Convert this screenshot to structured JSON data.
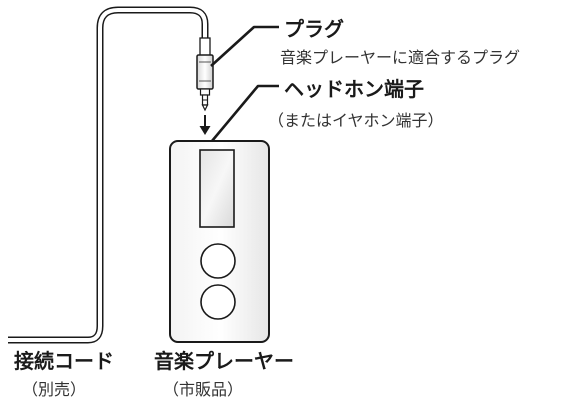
{
  "plug": {
    "title": "プラグ",
    "description": "音楽プレーヤーに適合するプラグ"
  },
  "headphone_jack": {
    "title": "ヘッドホン端子",
    "note": "（またはイヤホン端子）"
  },
  "connection_cord": {
    "title": "接続コード",
    "note": "（別売）"
  },
  "music_player": {
    "title": "音楽プレーヤー",
    "note": "（市販品）"
  }
}
